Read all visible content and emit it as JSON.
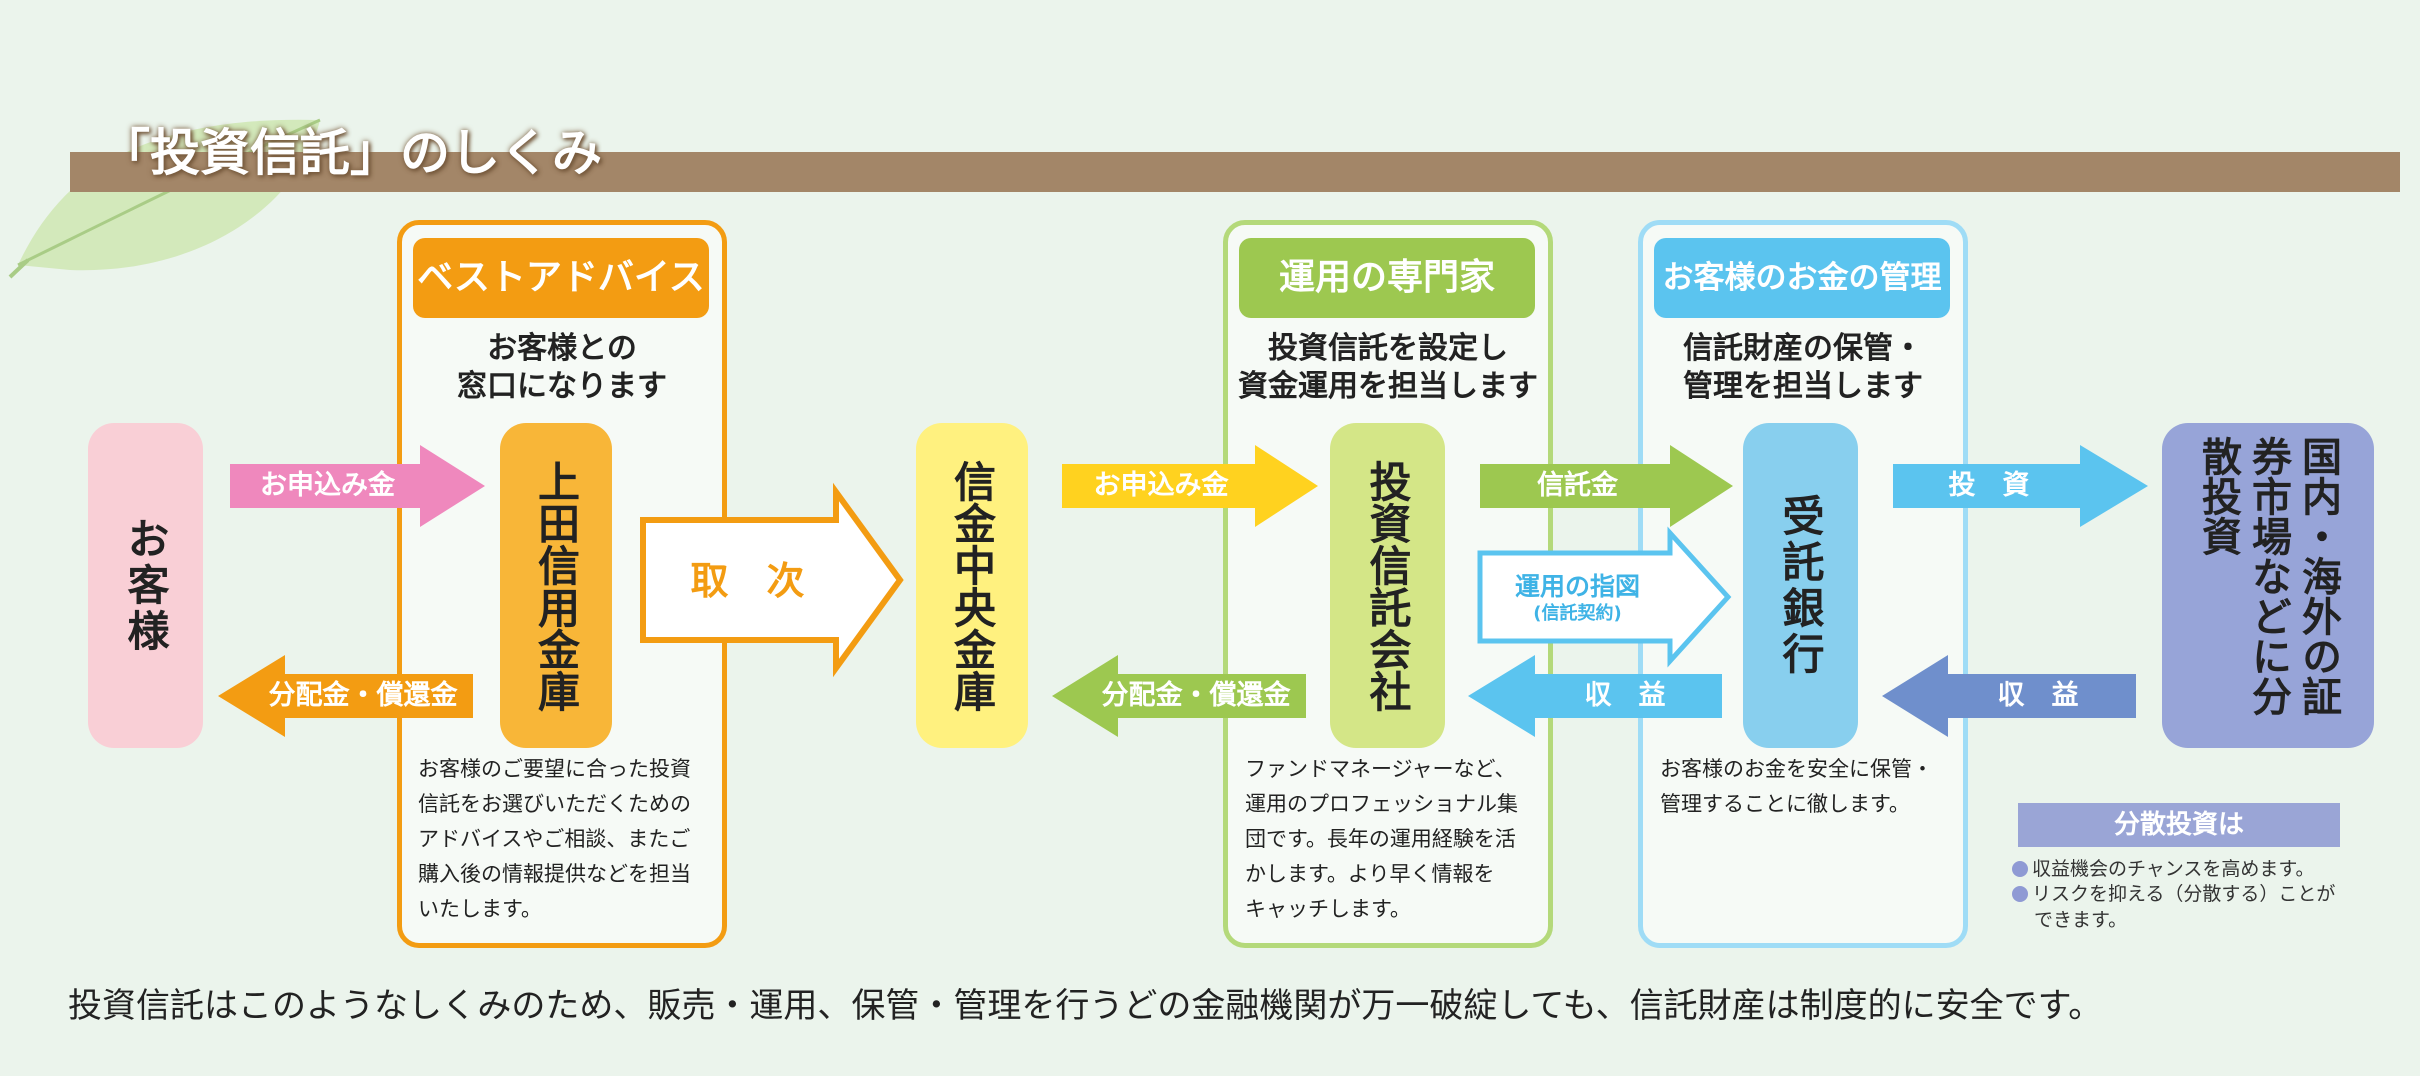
{
  "title": "「投資信託」のしくみ",
  "colors": {
    "orange": "#f39c12",
    "green": "#9dc850",
    "blue": "#5bc4ef",
    "pink": "#ef88bd",
    "yellow": "#ffd21f",
    "slate": "#6f8fcc",
    "brown": "#a38668"
  },
  "panels": {
    "advice": {
      "header": "ベストアドバイス",
      "subtitle": "お客様との\n窓口になります",
      "note": "お客様のご要望に合った投資\n信託をお選びいただくための\nアドバイスやご相談、またご\n購入後の情報提供などを担当\nいたします。"
    },
    "expert": {
      "header": "運用の専門家",
      "subtitle": "投資信託を設定し\n資金運用を担当します",
      "note": "ファンドマネージャーなど、\n運用のプロフェッショナル集\n団です。長年の運用経験を活\nかします。より早く情報を\nキャッチします。"
    },
    "custody": {
      "header": "お客様のお金の管理",
      "subtitle": "信託財産の保管・\n管理を担当します",
      "note": "お客様のお金を安全に保管・\n管理することに徹します。"
    }
  },
  "boxes": {
    "customer": "お客様",
    "ueda": "上田信用金庫",
    "shinkin_central": "信金中央金庫",
    "investment_trust_company": "投資信託会社",
    "trust_bank": "受託銀行",
    "markets": "国内・海外の証券市場などに分散投資"
  },
  "arrows": {
    "application1": "お申込み金",
    "distribution1": "分配金・償還金",
    "brokerage": "取　次",
    "application2": "お申込み金",
    "distribution2": "分配金・償還金",
    "trust_money": "信託金",
    "instruction": "運用の指図",
    "instruction_sub": "(信託契約)",
    "earnings1": "収　益",
    "investment": "投　資",
    "earnings2": "収　益"
  },
  "diversification": {
    "title": "分散投資は",
    "bullets": [
      "収益機会のチャンスを高めます。",
      "リスクを抑える（分散する）ことができます。"
    ]
  },
  "footer": "投資信託はこのようなしくみのため、販売・運用、保管・管理を行うどの金融機関が万一破綻しても、信託財産は制度的に安全です。"
}
